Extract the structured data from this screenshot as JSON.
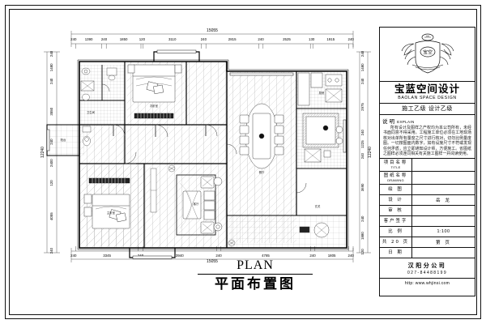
{
  "sheet": {
    "drawing_title_en": "PLAN",
    "drawing_title_cn": "平面布置图"
  },
  "titleblock": {
    "brand_cn": "宝蓝空间设计",
    "brand_en": "BAOLAN SPACE DESIGN",
    "grade": "施工乙级  设计乙级",
    "explain_label_cn": "说  明",
    "explain_label_en": "EXPLAIN",
    "explain_body": "所有设计及图样之产权均为本公司所有，未经书面同意不得采用。工程施工单位必须在工地现场核对出单所有量度之尺寸进行核对，切勿比例量度图。一切按图面内数字，如有设施尺寸不符或发现任何矛盾，应立即通知设计师，方便施工。省图纸之图样必须连同相关有关施工图样一并阅读使用。",
    "fields": [
      {
        "cn": "项目名称",
        "en": "TITLE",
        "value": ""
      },
      {
        "cn": "图纸名称",
        "en": "DRAWING",
        "value": ""
      },
      {
        "cn": "绘  图",
        "en": "",
        "value": ""
      },
      {
        "cn": "设  计",
        "en": "",
        "value": "岳 龙"
      },
      {
        "cn": "审  核",
        "en": "",
        "value": ""
      },
      {
        "cn": "客户签字",
        "en": "",
        "value": ""
      },
      {
        "cn": "比  例",
        "en": "",
        "value": "1:100"
      },
      {
        "cn": "共 20 页",
        "en": "",
        "value": "第      页"
      },
      {
        "cn": "日  期",
        "en": "",
        "value": ""
      }
    ],
    "branch": "汉阳分公司",
    "tel": "027-84488199",
    "url": "http:  www.whjinsi.com"
  },
  "plan": {
    "dim_top_total": "15055",
    "dim_top_segments": [
      "240",
      "1390",
      "240",
      "1850",
      "120",
      "3110",
      "240",
      "2815",
      "240",
      "2525",
      "130",
      "1915",
      "240"
    ],
    "dim_bottom_total": "15055",
    "dim_bottom_segments": [
      "240",
      "3345",
      "240",
      "3940",
      "240",
      "4785",
      "240",
      "1805",
      "240"
    ],
    "dim_left_total": "12240",
    "dim_left_segments": [
      "240",
      "1480",
      "240",
      "3550",
      "240",
      "2400",
      "120",
      "4055",
      "240"
    ],
    "dim_right_total": "12240",
    "dim_right_segments": [
      "240",
      "1480",
      "240",
      "2975",
      "240",
      "1225",
      "240",
      "3690",
      "240",
      "1880",
      "120"
    ],
    "dim_left_inner_total": "12240",
    "dim_right_inner_total": "12240",
    "rooms": [
      {
        "name": "主卧室",
        "label": "主卧室"
      },
      {
        "name": "次卧室",
        "label": "次卧室"
      },
      {
        "name": "客厅",
        "label": "客厅"
      },
      {
        "name": "餐厅",
        "label": "餐厅"
      },
      {
        "name": "厨房",
        "label": "厨房"
      },
      {
        "name": "卫生间",
        "label": "卫生间"
      },
      {
        "name": "阳台",
        "label": "阳台"
      },
      {
        "name": "玄关",
        "label": "玄关"
      }
    ]
  }
}
